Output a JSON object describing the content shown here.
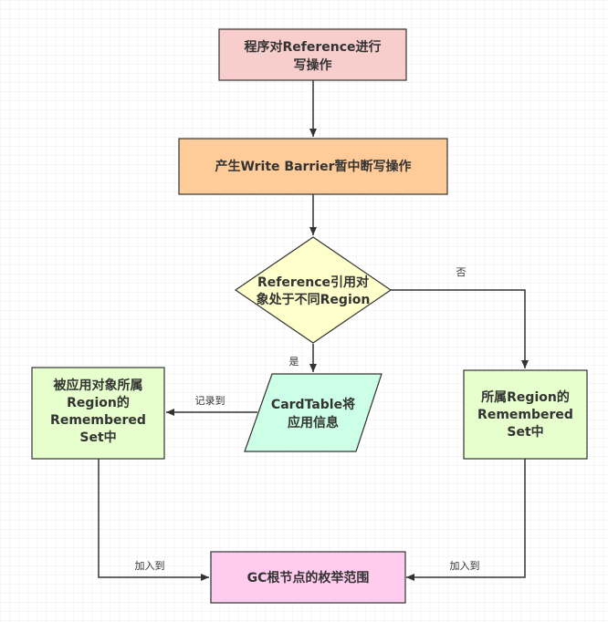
{
  "colors": {
    "background": "#ffffff",
    "grid": "#e8e8e8",
    "stroke": "#333333",
    "pink_fill": "#f8cecc",
    "orange_fill": "#ffcc99",
    "yellow_fill": "#ffffcc",
    "green_fill": "#e6ffcc",
    "mint_fill": "#ccffe6",
    "magenta_fill": "#ffccee"
  },
  "nodes": {
    "start": {
      "line1": "程序对Reference进行",
      "line2": "写操作"
    },
    "barrier": {
      "line1": "产生Write Barrier暂中断写操作"
    },
    "decision": {
      "line1": "Reference引用对",
      "line2": "象处于不同Region"
    },
    "cardtable": {
      "line1": "CardTable将",
      "line2": "应用信息"
    },
    "left": {
      "line1": "被应用对象所属",
      "line2": "Region的",
      "line3": "Remembered",
      "line4": "Set中"
    },
    "right": {
      "line1": "所属Region的",
      "line2": "Remembered",
      "line3": "Set中"
    },
    "gc": {
      "line1": "GC根节点的枚举范围"
    }
  },
  "edges": {
    "yes_label": "是",
    "no_label": "否",
    "record_label": "记录到",
    "join_left_label": "加入到",
    "join_right_label": "加入到"
  }
}
